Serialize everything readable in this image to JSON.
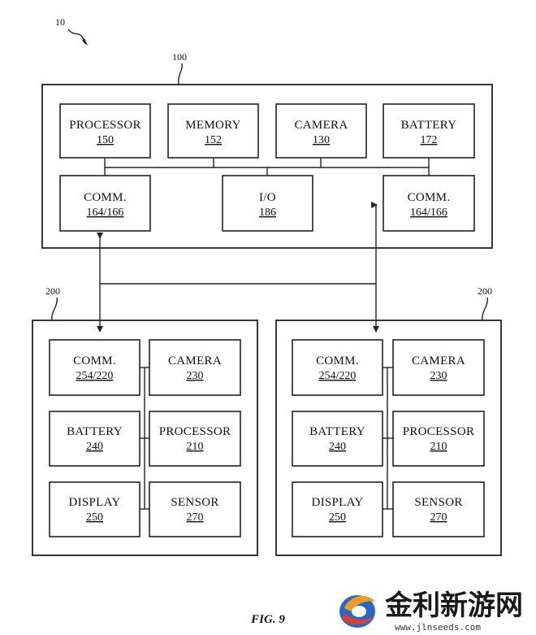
{
  "system_ref": "10",
  "device_ref": "100",
  "device_components": {
    "processor": {
      "label": "PROCESSOR",
      "num": "150"
    },
    "memory": {
      "label": "MEMORY",
      "num": "152"
    },
    "camera": {
      "label": "CAMERA",
      "num": "130"
    },
    "battery": {
      "label": "BATTERY",
      "num": "172"
    },
    "comm_left": {
      "label": "COMM.",
      "num": "164/166"
    },
    "io": {
      "label": "I/O",
      "num": "186"
    },
    "comm_right": {
      "label": "COMM.",
      "num": "164/166"
    }
  },
  "peripheral_left": {
    "ref": "200",
    "comm": {
      "label": "COMM.",
      "num": "254/220"
    },
    "camera": {
      "label": "CAMERA",
      "num": "230"
    },
    "battery": {
      "label": "BATTERY",
      "num": "240"
    },
    "processor": {
      "label": "PROCESSOR",
      "num": "210"
    },
    "display": {
      "label": "DISPLAY",
      "num": "250"
    },
    "sensor": {
      "label": "SENSOR",
      "num": "270"
    }
  },
  "peripheral_right": {
    "ref": "200",
    "comm": {
      "label": "COMM.",
      "num": "254/220"
    },
    "camera": {
      "label": "CAMERA",
      "num": "230"
    },
    "battery": {
      "label": "BATTERY",
      "num": "240"
    },
    "processor": {
      "label": "PROCESSOR",
      "num": "210"
    },
    "display": {
      "label": "DISPLAY",
      "num": "250"
    },
    "sensor": {
      "label": "SENSOR",
      "num": "270"
    }
  },
  "figure_caption": "FIG. 9",
  "watermark": {
    "text": "金利新游网",
    "url": "www.jlnseeds.com"
  }
}
